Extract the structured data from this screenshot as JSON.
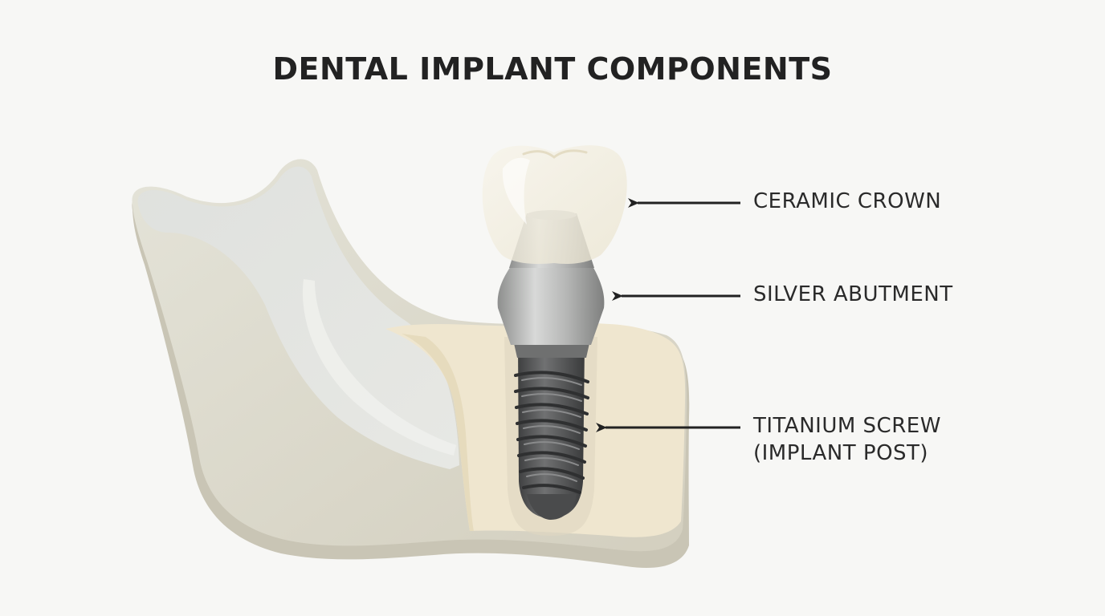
{
  "title": "DENTAL IMPLANT COMPONENTS",
  "labels": {
    "crown": "CERAMIC CROWN",
    "abutment": "SILVER ABUTMENT",
    "screw_line1": "TITANIUM SCREW",
    "screw_line2": "(IMPLANT POST)"
  },
  "colors": {
    "background": "#f7f7f5",
    "title": "#222222",
    "label": "#2a2a2a",
    "arrow": "#222222",
    "bone_outer": "#d9d7cc",
    "bone_shadow": "#c8c4b4",
    "bone_cortical": "#e1e3e0",
    "bone_marrow": "#efe6cf",
    "crown": "#f1ecdc",
    "abutment": "#a9aaa8",
    "screw": "#555657"
  }
}
